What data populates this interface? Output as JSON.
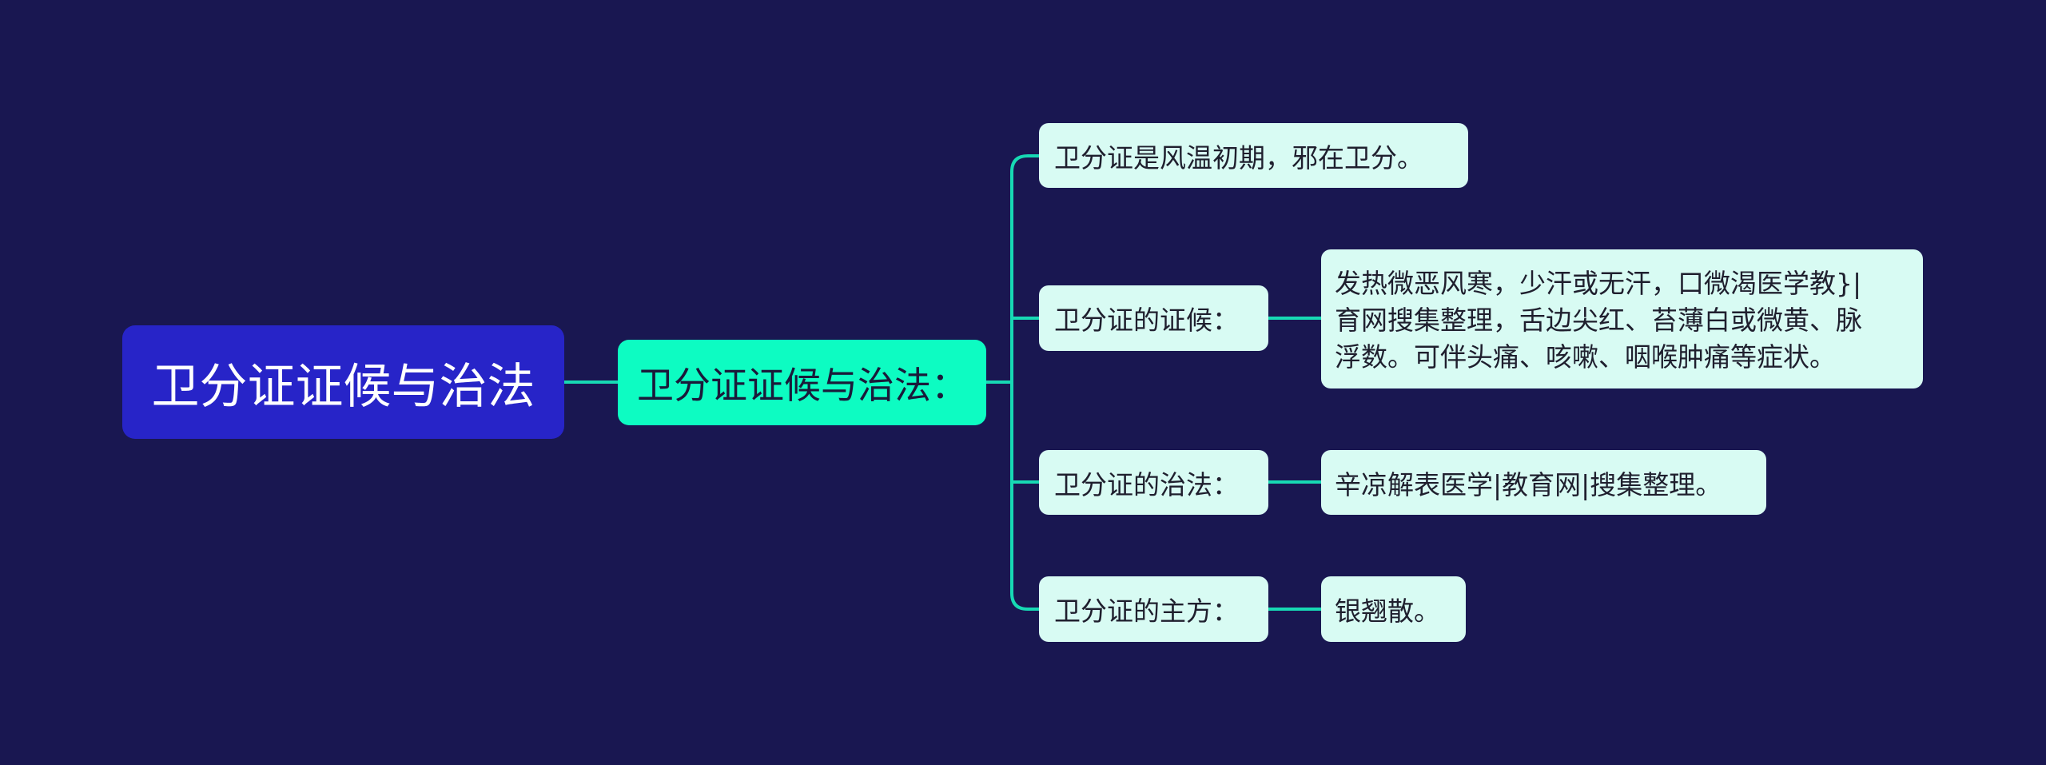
{
  "colors": {
    "background": "#191751",
    "root_fill": "#2724C8",
    "main_fill": "#0DFCC2",
    "node_fill": "#D8FBF3",
    "connector": "#17D9B4"
  },
  "root": {
    "label": "卫分证证候与治法"
  },
  "main": {
    "label": "卫分证证候与治法："
  },
  "branches": [
    {
      "label": "卫分证是风温初期，邪在卫分。"
    },
    {
      "label": "卫分证的证候：",
      "detail_lines": [
        "发热微恶风寒，少汗或无汗，口微渴医学教}|",
        "育网搜集整理，舌边尖红、苔薄白或微黄、脉",
        "浮数。可伴头痛、咳嗽、咽喉肿痛等症状。"
      ]
    },
    {
      "label": "卫分证的治法：",
      "detail": "辛凉解表医学|教育网|搜集整理。"
    },
    {
      "label": "卫分证的主方：",
      "detail": "银翘散。"
    }
  ]
}
